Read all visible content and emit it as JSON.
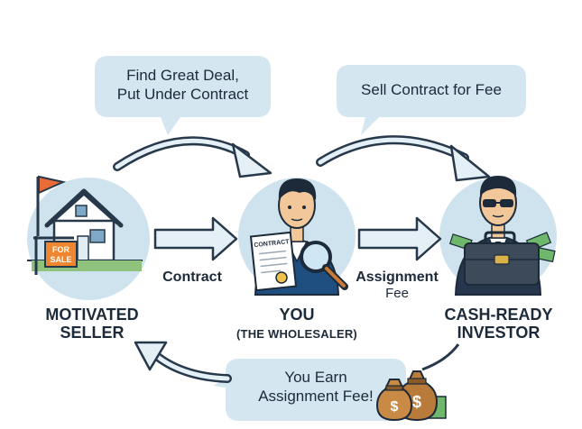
{
  "bubbles": {
    "find_deal": {
      "line1": "Find Great Deal,",
      "line2": "Put Under Contract"
    },
    "sell_contract": {
      "line1": "Sell Contract for Fee"
    },
    "you_earn": {
      "line1": "You Earn",
      "line2": "Assignment Fee!"
    }
  },
  "labels": {
    "contract": "Contract",
    "assignment_fee": {
      "line1": "Assignment",
      "line2": "Fee"
    }
  },
  "roles": {
    "seller": {
      "line1": "MOTIVATED",
      "line2": "SELLER"
    },
    "wholesaler": {
      "line1": "YOU",
      "line2": "(THE WHOLESALER)"
    },
    "investor": {
      "line1": "CASH-READY",
      "line2": "INVESTOR"
    }
  },
  "signs": {
    "for_sale": {
      "line1": "FOR",
      "line2": "SALE"
    },
    "contract_doc": "CONTRACT"
  },
  "colors": {
    "bubble_fill": "#d4e6f0",
    "circle_fill": "#cfe3ee",
    "arrow_fill": "#e4eff6",
    "arrow_stroke": "#26384a",
    "flag": "#ea6b37",
    "sign_orange": "#f0862f",
    "money_green": "#4c9a4e",
    "bag_brown": "#b87b3a"
  },
  "icons": [
    "house-icon",
    "person-with-contract-icon",
    "investor-with-briefcase-icon",
    "money-bags-icon",
    "magnifier-icon"
  ]
}
